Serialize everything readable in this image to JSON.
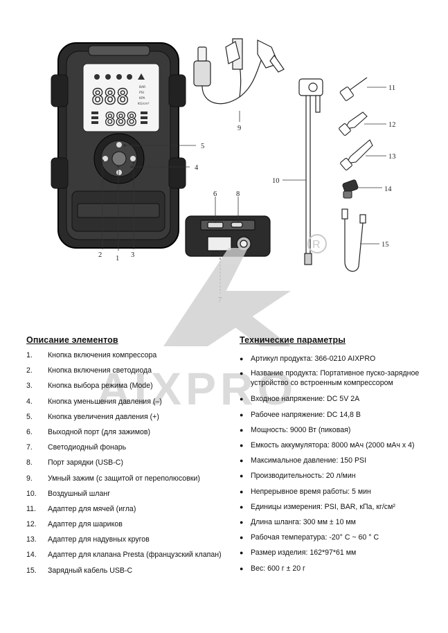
{
  "callouts": {
    "n1": "1",
    "n2": "2",
    "n3": "3",
    "n4": "4",
    "n5": "5",
    "n6": "6",
    "n7": "7",
    "n8": "8",
    "n9": "9",
    "n10": "10",
    "n11": "11",
    "n12": "12",
    "n13": "13",
    "n14": "14",
    "n15": "15"
  },
  "display": {
    "top_digits": "888",
    "bottom_digits": "888",
    "units": [
      "BAR",
      "PSI",
      "KPA",
      "KG/cm²"
    ]
  },
  "watermark": {
    "text": "AIXPRO",
    "registered": "®",
    "color": "#c8c8c8"
  },
  "components": {
    "heading": "Описание элементов",
    "items": [
      {
        "num": "1.",
        "text": "Кнопка включения компрессора"
      },
      {
        "num": "2.",
        "text": "Кнопка включения светодиода"
      },
      {
        "num": "3.",
        "text": "Кнопка выбора режима (Mode)"
      },
      {
        "num": "4.",
        "text": "Кнопка уменьшения давления (–)"
      },
      {
        "num": "5.",
        "text": "Кнопка увеличения давления (+)"
      },
      {
        "num": "6.",
        "text": "Выходной порт (для зажимов)"
      },
      {
        "num": "7.",
        "text": "Светодиодный фонарь"
      },
      {
        "num": "8.",
        "text": "Порт зарядки (USB-C)"
      },
      {
        "num": "9.",
        "text": "Умный зажим (с защитой от переполюсовки)"
      },
      {
        "num": "10.",
        "text": "Воздушный шланг"
      },
      {
        "num": "11.",
        "text": "Адаптер для мячей (игла)"
      },
      {
        "num": "12.",
        "text": "Адаптер для шариков"
      },
      {
        "num": "13.",
        "text": "Адаптер для надувных кругов"
      },
      {
        "num": "14.",
        "text": "Адаптер для клапана Presta (французский клапан)"
      },
      {
        "num": "15.",
        "text": "Зарядный кабель USB-C"
      }
    ]
  },
  "specs": {
    "heading": "Технические параметры",
    "bullet": "●",
    "items": [
      {
        "text": "Артикул продукта: 366-0210 AIXPRO"
      },
      {
        "text": "Название продукта: Портативное пуско-зарядное устройство со встроенным компрессором",
        "two_line": true
      },
      {
        "text": "Входное напряжение: DC 5V 2A"
      },
      {
        "text": "Рабочее напряжение: DC 14,8 В"
      },
      {
        "text": "Мощность: 9000 Вт (пиковая)"
      },
      {
        "text": "Емкость аккумулятора: 8000 мАч (2000 мАч x 4)"
      },
      {
        "text": "Максимальное давление: 150 PSI"
      },
      {
        "text": "Производительность: 20 л/мин"
      },
      {
        "text": "Непрерывное время работы: 5 мин"
      },
      {
        "text": "Единицы измерения: PSI, BAR, кПа, кг/см²"
      },
      {
        "text": "Длина шланга: 300 мм ± 10 мм"
      },
      {
        "text": "Рабочая температура: -20° C ~ 60 ° C"
      },
      {
        "text": "Размер изделия: 162*97*61 мм"
      },
      {
        "text": "Вес: 600 г ± 20 г"
      }
    ]
  }
}
